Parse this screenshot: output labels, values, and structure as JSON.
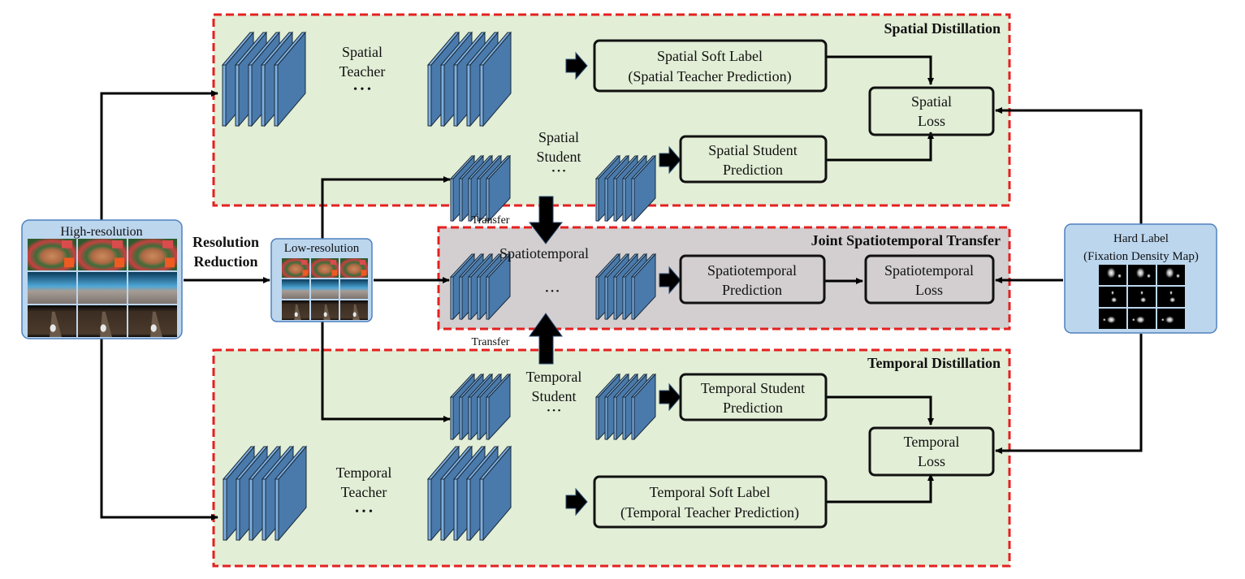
{
  "regions": {
    "spatial": {
      "title": "Spatial Distillation",
      "fill": "#e2eed6",
      "border": "#e52020"
    },
    "joint": {
      "title": "Joint Spatiotemporal Transfer",
      "fill": "#d3cfd0",
      "border": "#e52020"
    },
    "temporal": {
      "title": "Temporal Distillation",
      "fill": "#e2eed6",
      "border": "#e52020"
    }
  },
  "inputs": {
    "high_res": {
      "label": "High-resolution"
    },
    "low_res": {
      "label": "Low-resolution"
    },
    "reduction": {
      "line1": "Resolution",
      "line2": "Reduction"
    },
    "hard_label": {
      "line1": "Hard Label",
      "line2": "(Fixation Density Map)"
    }
  },
  "networks": {
    "spatial_teacher": {
      "line1": "Spatial",
      "line2": "Teacher",
      "ellipsis": "• • •"
    },
    "spatial_student": {
      "line1": "Spatial",
      "line2": "Student",
      "ellipsis": "• • •"
    },
    "spatiotemporal": {
      "line1": "Spatiotemporal",
      "ellipsis": "• • •"
    },
    "temporal_student": {
      "line1": "Temporal",
      "line2": "Student",
      "ellipsis": "• • •"
    },
    "temporal_teacher": {
      "line1": "Temporal",
      "line2": "Teacher",
      "ellipsis": "• • •"
    }
  },
  "boxes": {
    "spatial_soft": {
      "line1": "Spatial Soft Label",
      "line2": "(Spatial Teacher Prediction)"
    },
    "spatial_pred": {
      "line1": "Spatial Student",
      "line2": "Prediction"
    },
    "spatial_loss": {
      "line1": "Spatial",
      "line2": "Loss"
    },
    "st_pred": {
      "line1": "Spatiotemporal",
      "line2": "Prediction"
    },
    "st_loss": {
      "line1": "Spatiotemporal",
      "line2": "Loss"
    },
    "temporal_pred": {
      "line1": "Temporal Student",
      "line2": "Prediction"
    },
    "temporal_loss": {
      "line1": "Temporal",
      "line2": "Loss"
    },
    "temporal_soft": {
      "line1": "Temporal Soft Label",
      "line2": "(Temporal Teacher Prediction)"
    }
  },
  "transfer": {
    "top": "Transfer",
    "bottom": "Transfer"
  },
  "colors": {
    "layer_fill": "#4a7aab",
    "layer_edge": "#7fb0e0",
    "input_panel": "#bcd6ee",
    "input_panel_border": "#4f81bd"
  }
}
